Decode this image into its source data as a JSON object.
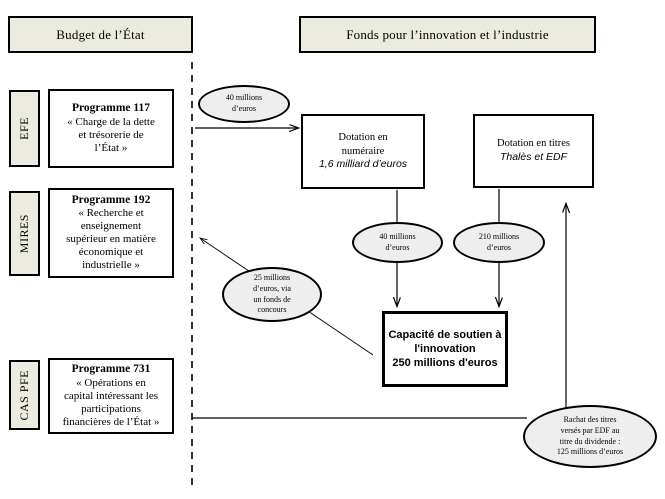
{
  "headers": {
    "left": "Budget de l’État",
    "right": "Fonds pour l’innovation et l’industrie"
  },
  "mission_labels": {
    "efe": "EFE",
    "mires": "MIRES",
    "cas_pfe": "CAS PFE"
  },
  "programmes": [
    {
      "title": "Programme 117",
      "lines": [
        "« Charge de la dette",
        "et trésorerie de",
        "l’État »"
      ]
    },
    {
      "title": "Programme 192",
      "lines": [
        "« Recherche et",
        "enseignement",
        "supérieur en matière",
        "économique et",
        "industrielle »"
      ]
    },
    {
      "title": "Programme 731",
      "lines": [
        "« Opérations en",
        "capital intéressant les",
        "participations",
        "financières de l’État »"
      ]
    }
  ],
  "fund_boxes": {
    "dotation_numeraire": {
      "line1": "Dotation en",
      "line2": "numéraire",
      "amount": "1,6 milliard d’euros"
    },
    "dotation_titres": {
      "line1": "Dotation en titres",
      "amount": "Thalès et EDF"
    },
    "capacite": {
      "line1": "Capacité de soutien à",
      "line2": "l'innovation",
      "line3": "250 millions d'euros"
    }
  },
  "flow_labels": {
    "budget_to_dotation": [
      "40 millions",
      "d’euros"
    ],
    "numeraire_to_capacite": [
      "40 millions",
      "d’euros"
    ],
    "titres_to_capacite": [
      "210 millions",
      "d’euros"
    ],
    "fonds_concours": [
      "25 millions",
      "d’euros, via",
      "un fonds de",
      "concours"
    ],
    "rachat_titres": [
      "Rachat des titres",
      "versés par EDF au",
      "titre du dividende :",
      "125 millions d’euros"
    ]
  },
  "colors": {
    "header_fill": "#ecebe0",
    "ellipse_fill": "#eeeeee",
    "stroke": "#000000",
    "background": "#ffffff"
  }
}
